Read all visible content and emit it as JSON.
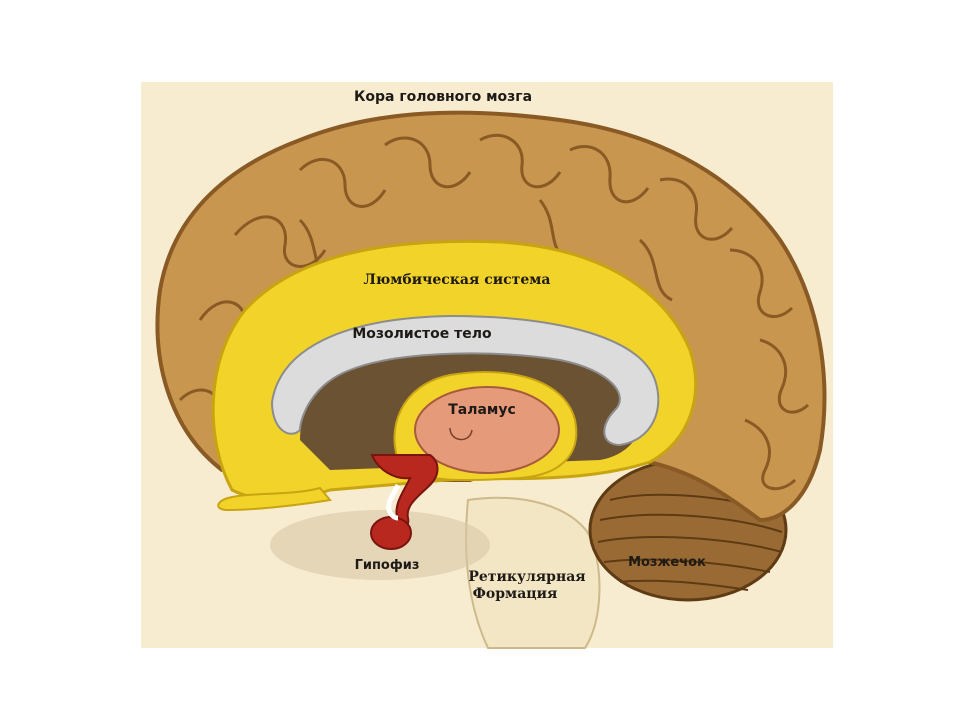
{
  "labels": {
    "cortex": "Кора головного мозга",
    "limbic": "Люмбическая система",
    "corpus_callosum": "Мозолистое тело",
    "thalamus": "Таламус",
    "pituitary": "Гипофиз",
    "reticular_line1": "Ретикулярная",
    "reticular_line2": "Формация",
    "cerebellum": "Мозжечок"
  },
  "colors": {
    "background_panel": "#f7ecd0",
    "cortex": "#c8964f",
    "cortex_dark": "#8a5a24",
    "limbic": "#f2d32a",
    "corpus_callosum": "#dcdcdc",
    "thalamus": "#e59a7a",
    "pituitary": "#b8281e",
    "cerebellum": "#9a6a34",
    "brainstem": "#f3e6c4"
  }
}
